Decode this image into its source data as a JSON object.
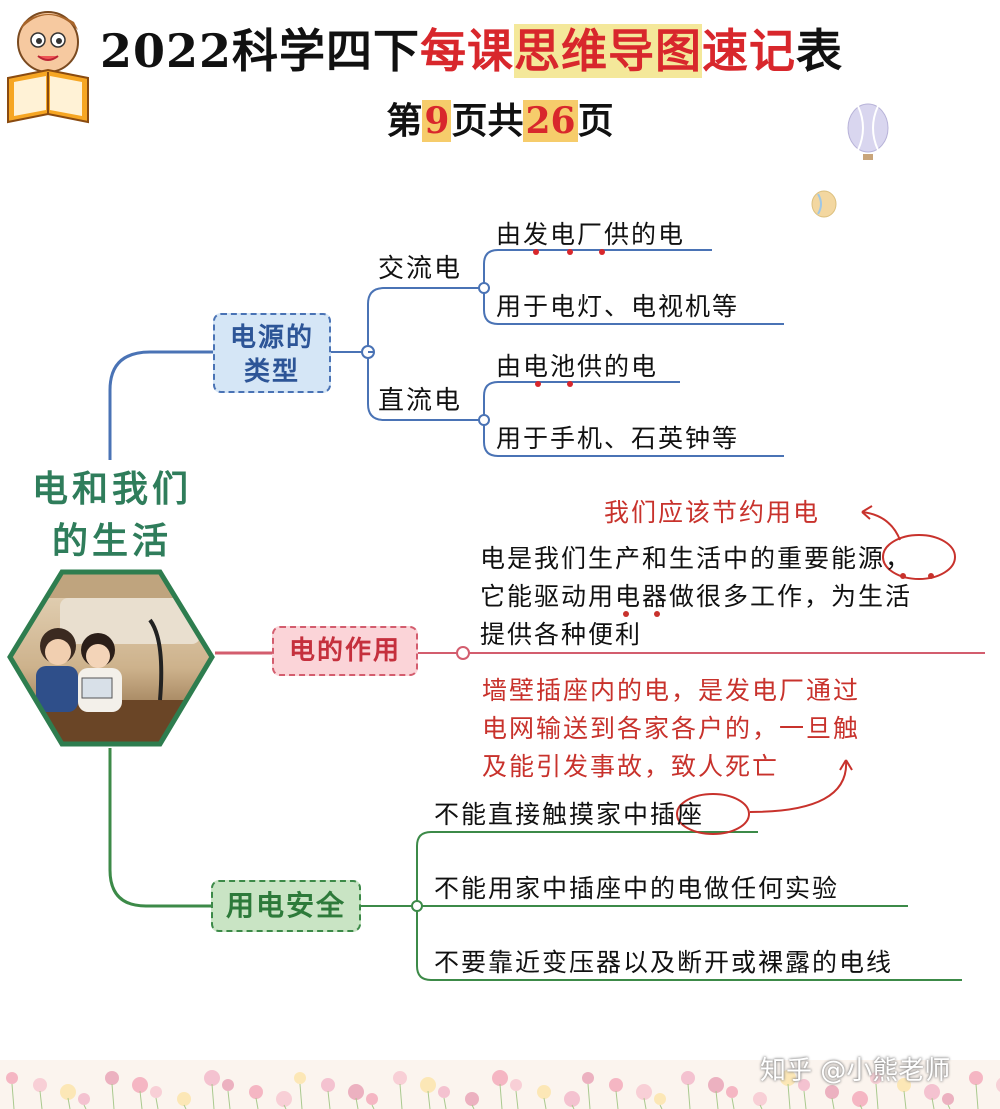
{
  "header": {
    "title_part1": "2022科学四下",
    "title_part2": "每课",
    "title_part3": "思维导图",
    "title_part4": "速记",
    "title_part5": "表",
    "page_prefix": "第",
    "page_current": "9",
    "page_mid": "页共",
    "page_total": "26",
    "page_suffix": "页"
  },
  "mindmap": {
    "center": {
      "line1": "电和我们",
      "line2": "的生活"
    },
    "source": {
      "label_line1": "电源的",
      "label_line2": "类型",
      "ac": {
        "label": "交流电",
        "items": [
          "由发电厂供的电",
          "用于电灯、电视机等"
        ]
      },
      "dc": {
        "label": "直流电",
        "items": [
          "由电池供的电",
          "用于手机、石英钟等"
        ]
      }
    },
    "use": {
      "label": "电的作用",
      "note_top": "我们应该节约用电",
      "para_lines": [
        "电是我们生产和生活中的重要能源，",
        "它能驱动用电器做很多工作，为生活",
        "提供各种便利"
      ],
      "warning_lines": [
        "墙壁插座内的电，是发电厂通过",
        "电网输送到各家各户的，一旦触",
        "及能引发事故，致人死亡"
      ]
    },
    "safety": {
      "label": "用电安全",
      "items": [
        "不能直接触摸家中插座",
        "不能用家中插座中的电做任何实验",
        "不要靠近变压器以及断开或裸露的电线"
      ]
    }
  },
  "watermark": "知乎 @小熊老师",
  "colors": {
    "blue": "#4a73b5",
    "red": "#d35d6e",
    "green": "#3c8a48",
    "title_red": "#d8272c"
  },
  "icons": [
    "boy-reading-icon",
    "hot-air-balloon-icon",
    "photo-children-tablet",
    "flower-border"
  ]
}
